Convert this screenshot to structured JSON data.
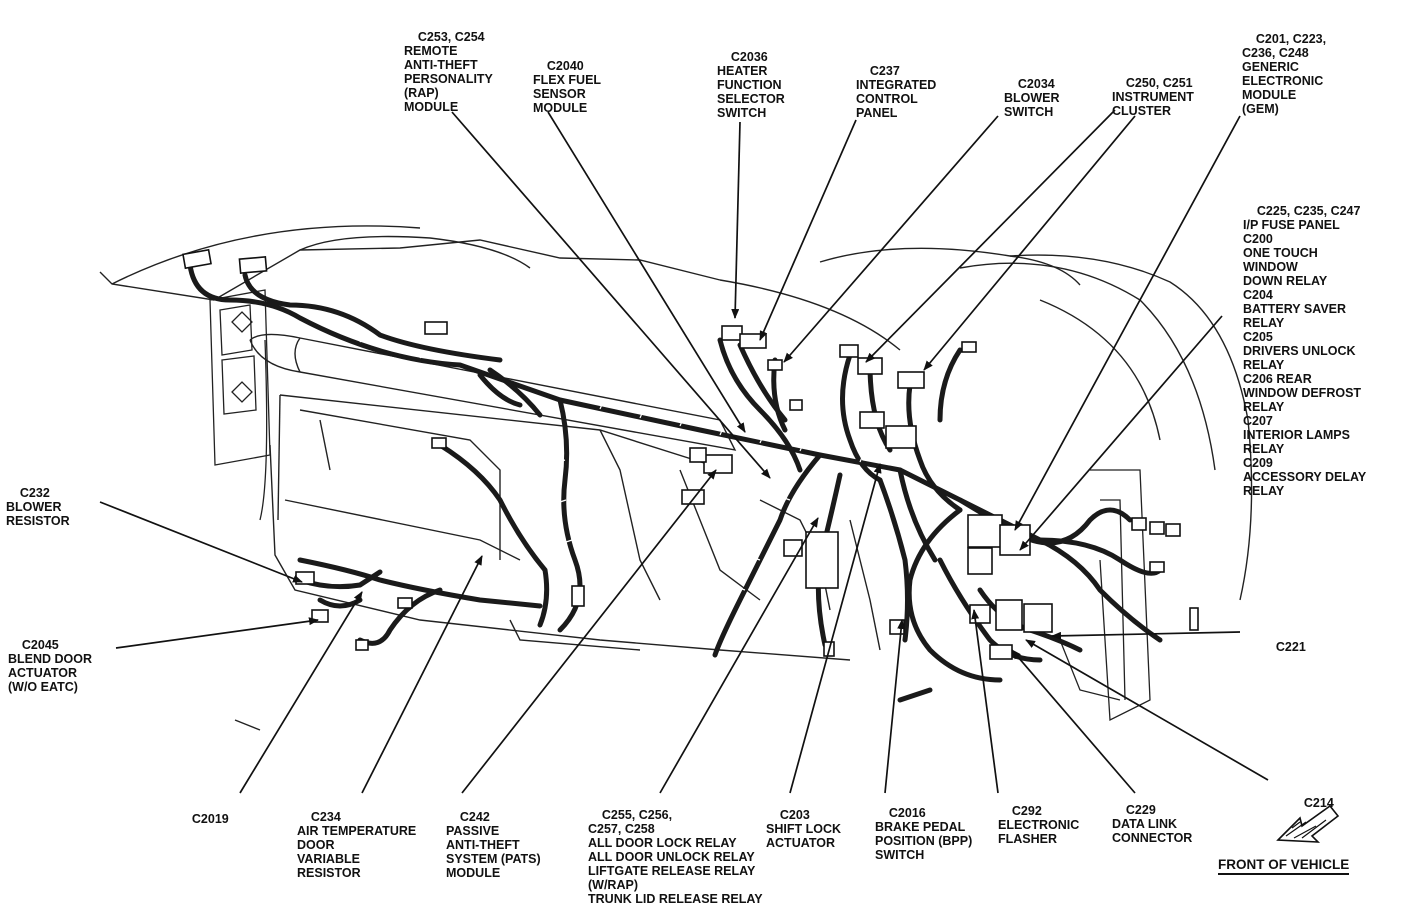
{
  "callouts": [
    {
      "id": "c253",
      "lines": [
        "C253, C254",
        "REMOTE",
        "ANTI-THEFT",
        "PERSONALITY",
        "(RAP)",
        "MODULE"
      ]
    },
    {
      "id": "c2040",
      "lines": [
        "C2040",
        "FLEX FUEL",
        "SENSOR",
        "MODULE"
      ]
    },
    {
      "id": "c2036",
      "lines": [
        "C2036",
        "HEATER",
        "FUNCTION",
        "SELECTOR",
        "SWITCH"
      ]
    },
    {
      "id": "c237",
      "lines": [
        "C237",
        "INTEGRATED",
        "CONTROL",
        "PANEL"
      ]
    },
    {
      "id": "c2034",
      "lines": [
        "C2034",
        "BLOWER",
        "SWITCH"
      ]
    },
    {
      "id": "c250",
      "lines": [
        "C250, C251",
        "INSTRUMENT",
        "CLUSTER"
      ]
    },
    {
      "id": "c201",
      "lines": [
        "C201, C223,",
        "C236, C248",
        "GENERIC",
        "ELECTRONIC",
        "MODULE",
        "(GEM)"
      ]
    },
    {
      "id": "c225",
      "lines": [
        "C225, C235, C247",
        "I/P FUSE PANEL",
        "C200",
        "ONE TOUCH",
        "WINDOW",
        "DOWN RELAY",
        "C204",
        "BATTERY SAVER",
        "RELAY",
        "C205",
        "DRIVERS UNLOCK",
        "RELAY",
        "C206 REAR",
        "WINDOW DEFROST",
        "RELAY",
        "C207",
        "INTERIOR LAMPS",
        "RELAY",
        "C209",
        "ACCESSORY DELAY",
        "RELAY"
      ]
    },
    {
      "id": "c232",
      "lines": [
        "C232",
        "BLOWER",
        "RESISTOR"
      ]
    },
    {
      "id": "c2045",
      "lines": [
        "C2045",
        "BLEND DOOR",
        "ACTUATOR",
        "(W/O EATC)"
      ]
    },
    {
      "id": "c221",
      "lines": [
        "C221"
      ]
    },
    {
      "id": "c214",
      "lines": [
        "C214"
      ]
    },
    {
      "id": "c2019",
      "lines": [
        "C2019"
      ]
    },
    {
      "id": "c234",
      "lines": [
        "C234",
        "AIR TEMPERATURE",
        "DOOR",
        "VARIABLE",
        "RESISTOR"
      ]
    },
    {
      "id": "c242",
      "lines": [
        "C242",
        "PASSIVE",
        "ANTI-THEFT",
        "SYSTEM (PATS)",
        "MODULE"
      ]
    },
    {
      "id": "c255",
      "lines": [
        "C255, C256,",
        "C257, C258",
        "ALL DOOR LOCK RELAY",
        "ALL DOOR UNLOCK RELAY",
        "LIFTGATE RELEASE RELAY",
        "(W/RAP)",
        "TRUNK LID RELEASE RELAY"
      ]
    },
    {
      "id": "c203",
      "lines": [
        "C203",
        "SHIFT LOCK",
        "ACTUATOR"
      ]
    },
    {
      "id": "c2016",
      "lines": [
        "C2016",
        "BRAKE PEDAL",
        "POSITION (BPP)",
        "SWITCH"
      ]
    },
    {
      "id": "c292",
      "lines": [
        "C292",
        "ELECTRONIC",
        "FLASHER"
      ]
    },
    {
      "id": "c229",
      "lines": [
        "C229",
        "DATA LINK",
        "CONNECTOR"
      ]
    }
  ],
  "front_label": "FRONT OF VEHICLE"
}
